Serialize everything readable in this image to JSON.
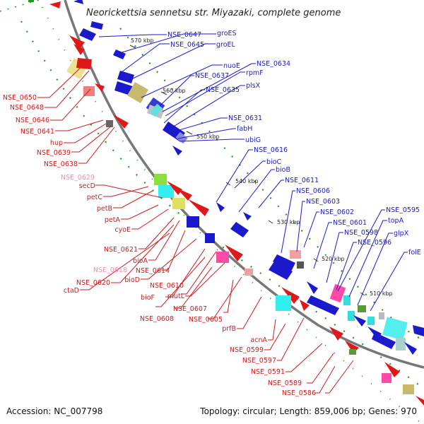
{
  "title": "Neorickettsia sennetsu str. Miyazaki, complete genome",
  "accession_text": "Accession: NC_007798",
  "summary_text": "Topology: circular; Length: 859,006 bp; Genes: 970",
  "colors": {
    "forward_label": "#1a1acc",
    "reverse_label": "#d11a1a",
    "pseudogene_label": "#f08cb0",
    "backbone": "#777777",
    "gc_marks": "#2aa02a"
  },
  "scale_ticks": [
    "570 kbp",
    "560 kbp",
    "550 kbp",
    "540 kbp",
    "530 kbp",
    "520 kbp",
    "510 kbp"
  ],
  "forward_labels": [
    "NSE_0647",
    "groES",
    "NSE_0645",
    "groEL",
    "nuoE",
    "NSE_0634",
    "rpmF",
    "NSE_0637",
    "plsX",
    "NSE_0635",
    "NSE_0631",
    "fabH",
    "ubiG",
    "NSE_0616",
    "bioC",
    "bioB",
    "NSE_0611",
    "NSE_0606",
    "NSE_0603",
    "NSE_0602",
    "NSE_0595",
    "NSE_0601",
    "topA",
    "NSE_0598",
    "glpX",
    "NSE_0596",
    "folE"
  ],
  "reverse_labels": [
    "NSE_0650",
    "NSE_0648",
    "NSE_0646",
    "NSE_0641",
    "hup",
    "NSE_0639",
    "NSE_0638",
    "NSE_0629",
    "secD",
    "petC",
    "petB",
    "petA",
    "cyoE",
    "NSE_0621",
    "bioA",
    "NSE_0618",
    "NSE_0614",
    "NSE_0620",
    "bioD",
    "ctaD",
    "NSE_0610",
    "bioF",
    "mutL",
    "NSE_0607",
    "NSE_0608",
    "NSE_0605",
    "prfB",
    "acnA",
    "NSE_0599",
    "NSE_0597",
    "NSE_0591",
    "NSE_0589",
    "NSE_0586"
  ]
}
